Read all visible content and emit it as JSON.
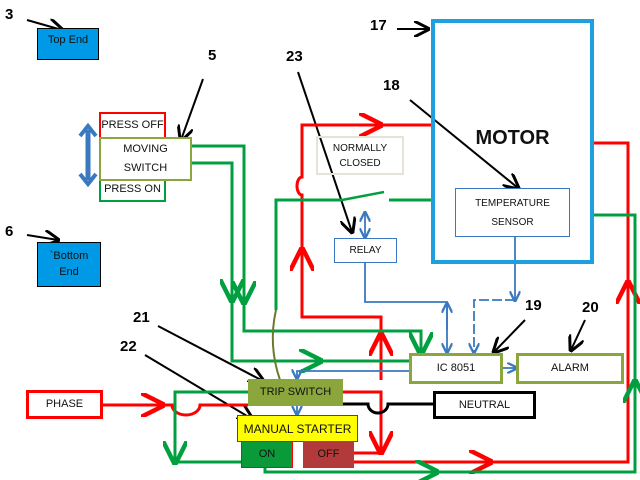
{
  "callouts": {
    "n3": "3",
    "n5": "5",
    "n6": "6",
    "n17": "17",
    "n18": "18",
    "n19": "19",
    "n20": "20",
    "n21": "21",
    "n22": "22",
    "n23": "23"
  },
  "blocks": {
    "top_end": "Top End",
    "bottom_end_1": "`Bottom",
    "bottom_end_2": "End",
    "press_off": "PRESS OFF",
    "moving_switch_1": "MOVING",
    "moving_switch_2": "SWITCH",
    "press_on": "PRESS ON",
    "normally_closed_1": "NORMALLY",
    "normally_closed_2": "CLOSED",
    "motor": "MOTOR",
    "temp_sensor_1": "TEMPERATURE",
    "temp_sensor_2": "SENSOR",
    "relay": "RELAY",
    "ic": "IC 8051",
    "alarm": "ALARM",
    "trip_switch": "TRIP SWITCH",
    "manual_starter": "MANUAL STARTER",
    "on": "ON",
    "off": "OFF",
    "phase": "PHASE",
    "neutral": "NEUTRAL"
  },
  "colors": {
    "phase_wire": "#ff0000",
    "control_wire": "#00a040",
    "signal_wire": "#3a78c0",
    "neutral_wire": "#000000",
    "end_stop": "#0099e6",
    "motor_border": "#1ea0e0",
    "olive": "#8aa63c"
  }
}
